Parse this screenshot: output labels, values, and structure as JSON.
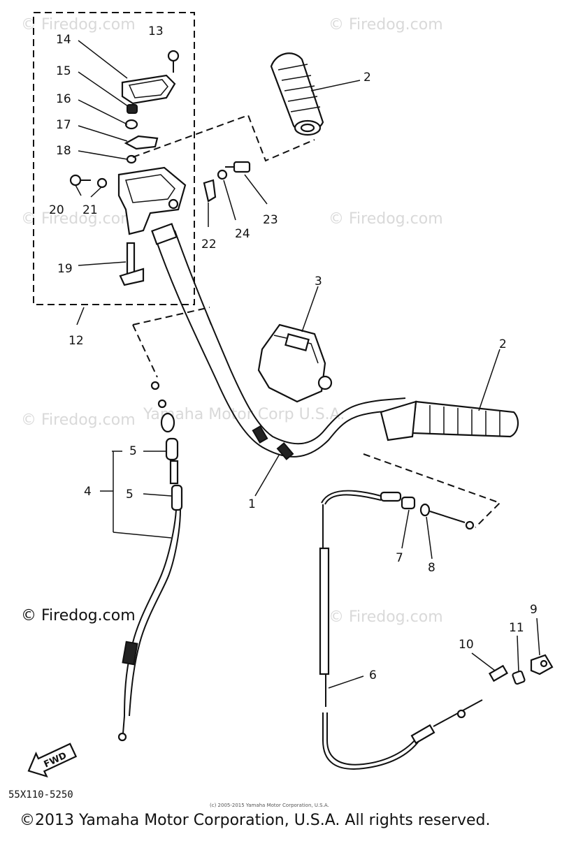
{
  "watermark": "© Firedog.com",
  "center_watermark": "Yamaha Motor Corp U.S.A.",
  "part_numbers": {
    "n1": "1",
    "n2a": "2",
    "n2b": "2",
    "n3": "3",
    "n4": "4",
    "n5a": "5",
    "n5b": "5",
    "n6": "6",
    "n7": "7",
    "n8": "8",
    "n9": "9",
    "n10": "10",
    "n11": "11",
    "n12": "12",
    "n13": "13",
    "n14": "14",
    "n15": "15",
    "n16": "16",
    "n17": "17",
    "n18": "18",
    "n19": "19",
    "n20": "20",
    "n21": "21",
    "n22": "22",
    "n23": "23",
    "n24": "24"
  },
  "fwd_label": "FWD",
  "diagram_code": "55X110-5250",
  "small_note": "(c) 2005-2015 Yamaha Motor Corporation, U.S.A.",
  "copyright": "©2013 Yamaha Motor Corporation, U.S.A. All rights reserved."
}
